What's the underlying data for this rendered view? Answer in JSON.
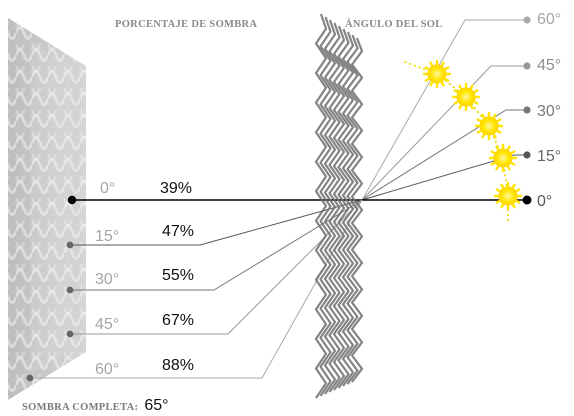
{
  "titles": {
    "shade_percentage": "PORCENTAJE DE SOMBRA",
    "sun_angle": "ÁNGULO DEL SOL"
  },
  "sun_angles": [
    {
      "angle": "60°",
      "color": "#aaaaaa"
    },
    {
      "angle": "45°",
      "color": "#999999"
    },
    {
      "angle": "30°",
      "color": "#777777"
    },
    {
      "angle": "15°",
      "color": "#555555"
    },
    {
      "angle": "0°",
      "color": "#000000"
    }
  ],
  "shade_rows": [
    {
      "angle": "0°",
      "percent": "39%",
      "color": "#000000"
    },
    {
      "angle": "15°",
      "percent": "47%",
      "color": "#555555"
    },
    {
      "angle": "30°",
      "percent": "55%",
      "color": "#777777"
    },
    {
      "angle": "45°",
      "percent": "67%",
      "color": "#999999"
    },
    {
      "angle": "60°",
      "percent": "88%",
      "color": "#aaaaaa"
    }
  ],
  "full_shade": {
    "label": "SOMBRA COMPLETA:",
    "value": "65°"
  },
  "colors": {
    "sun": "#ffe500",
    "sun_dots": "#e8d800",
    "panel": "#c8c8c8",
    "mesh": "#6f6f6f"
  }
}
